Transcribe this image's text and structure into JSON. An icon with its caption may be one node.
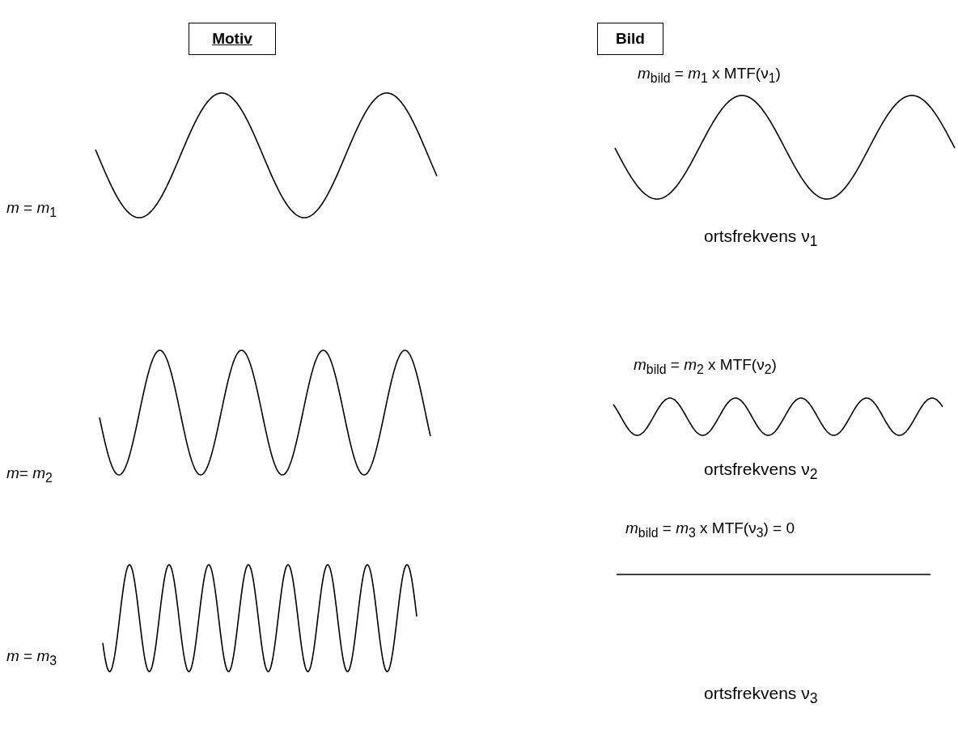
{
  "diagram": {
    "nodes": [
      {
        "text": [
          "Motiv"
        ]
      },
      {
        "text": [
          "Bild"
        ]
      }
    ],
    "labels": [
      "*m*$_{bild}$ = *m*$_{1}$ x MTF(ν$_{1}$)",
      "*m* = *m*$_{1}$",
      "ortsfrekvens ν$_{1}$",
      "*m*$_{bild}$ = *m*$_{2}$ x MTF(ν$_{2}$)",
      "*m*= *m*$_{2}$",
      "ortsfrekvens ν$_{2}$",
      "*m*$_{bild}$ = *m*$_{3}$ x MTF(ν$_{3}$) = 0",
      "*m* = *m*$_{3}$",
      "ortsfrekvens ν$_{3}$"
    ]
  }
}
